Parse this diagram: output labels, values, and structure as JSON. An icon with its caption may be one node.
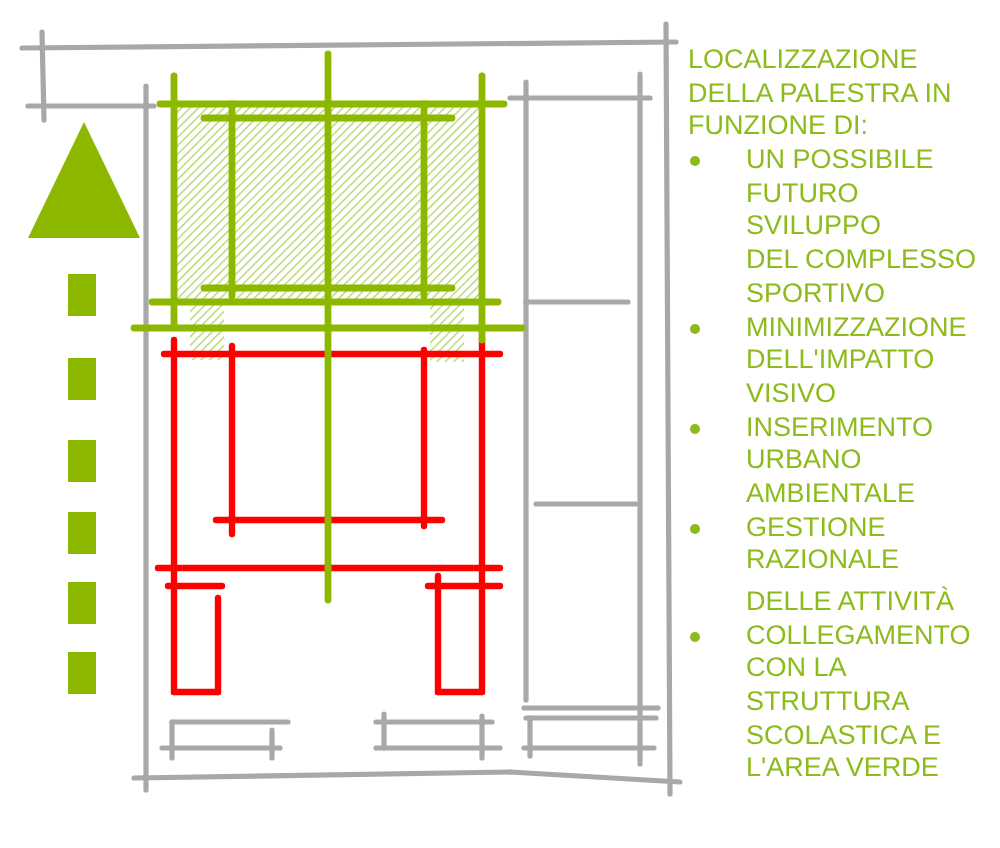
{
  "diagram": {
    "labels": [
      "LOCALIZZAZIONE DELLA PALESTRA IN FUNZIONE DI:",
      "UN POSSIBILE FUTURO SVILUPPO DEL COMPLESSO SPORTIVO",
      "MINIMIZZAZIONE DELL'IMPATTO VISIVO",
      "INSERIMENTO URBANO AMBIENTALE",
      "GESTIONE RAZIONALE DELLE ATTIVITÀ",
      "COLLEGAMENTO CON LA STRUTTURA SCOLASTICA E L'AREA VERDE"
    ]
  }
}
